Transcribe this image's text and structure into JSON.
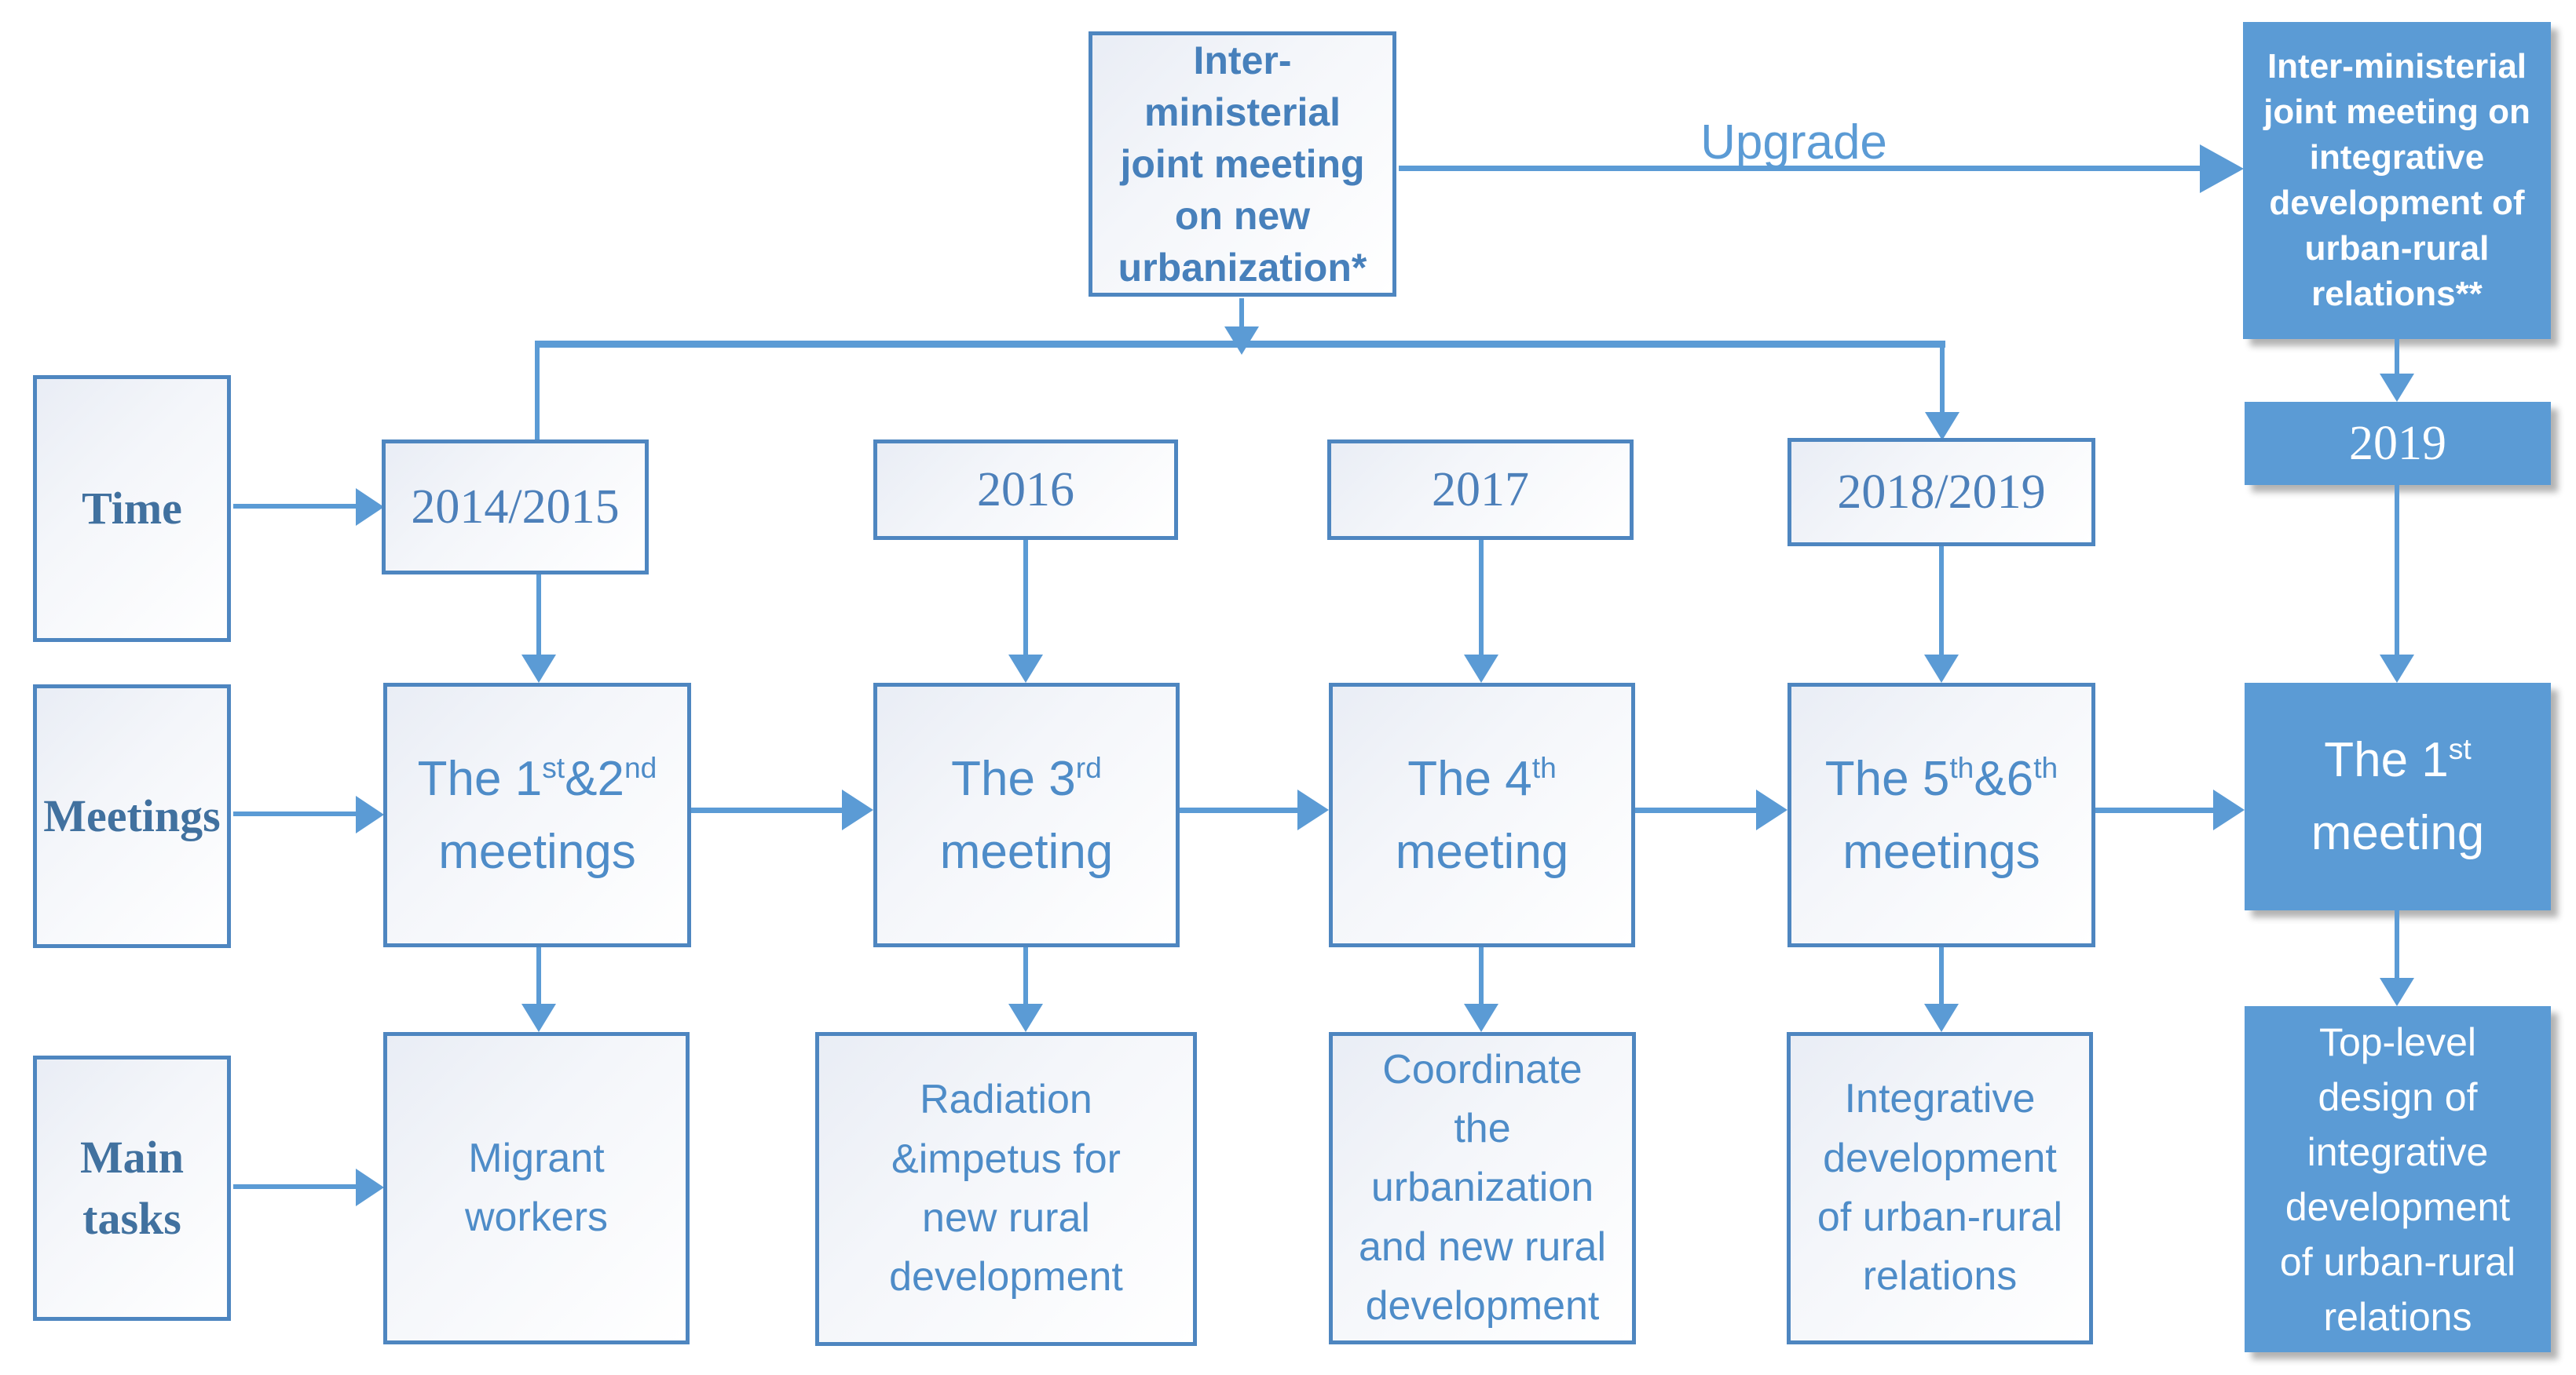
{
  "diagram": {
    "origin_box": {
      "label": "Inter-\nministerial\njoint meeting\non new\nurbanization*"
    },
    "upgrade_label": "Upgrade",
    "upgraded_box": {
      "label": "Inter-ministerial\njoint meeting on\nintegrative\ndevelopment of\nurban-rural\nrelations**"
    },
    "row_labels": [
      {
        "id": "time",
        "label": "Time"
      },
      {
        "id": "meetings",
        "label": "Meetings"
      },
      {
        "id": "main-tasks",
        "label": "Main\ntasks"
      }
    ],
    "columns": [
      {
        "time": "2014/2015",
        "meeting": "The 1^st^&2^nd^\nmeetings",
        "task": "Migrant\nworkers",
        "highlight": false
      },
      {
        "time": "2016",
        "meeting": "The 3^rd^\nmeeting",
        "task": "Radiation\n&impetus for\nnew rural\ndevelopment",
        "highlight": false
      },
      {
        "time": "2017",
        "meeting": "The 4^th^\nmeeting",
        "task": "Coordinate\nthe\nurbanization\nand new rural\ndevelopment",
        "highlight": false
      },
      {
        "time": "2018/2019",
        "meeting": "The 5^th^&6^th^\nmeetings",
        "task": "Integrative\ndevelopment\nof urban-rural\nrelations",
        "highlight": false
      },
      {
        "time": "2019",
        "meeting": "The 1^st^\nmeeting",
        "task": "Top-level\ndesign of\nintegrative\ndevelopment\nof urban-rural\nrelations",
        "highlight": true
      }
    ],
    "colors": {
      "accent": "#5b9bd5",
      "box_border": "#4e86c0",
      "serif_text": "#4d80ba",
      "row_label_text": "#41719f",
      "sans_text": "#4e8cc8",
      "title_text": "#4780bb",
      "white_box_tint": "#e9edf5"
    }
  }
}
